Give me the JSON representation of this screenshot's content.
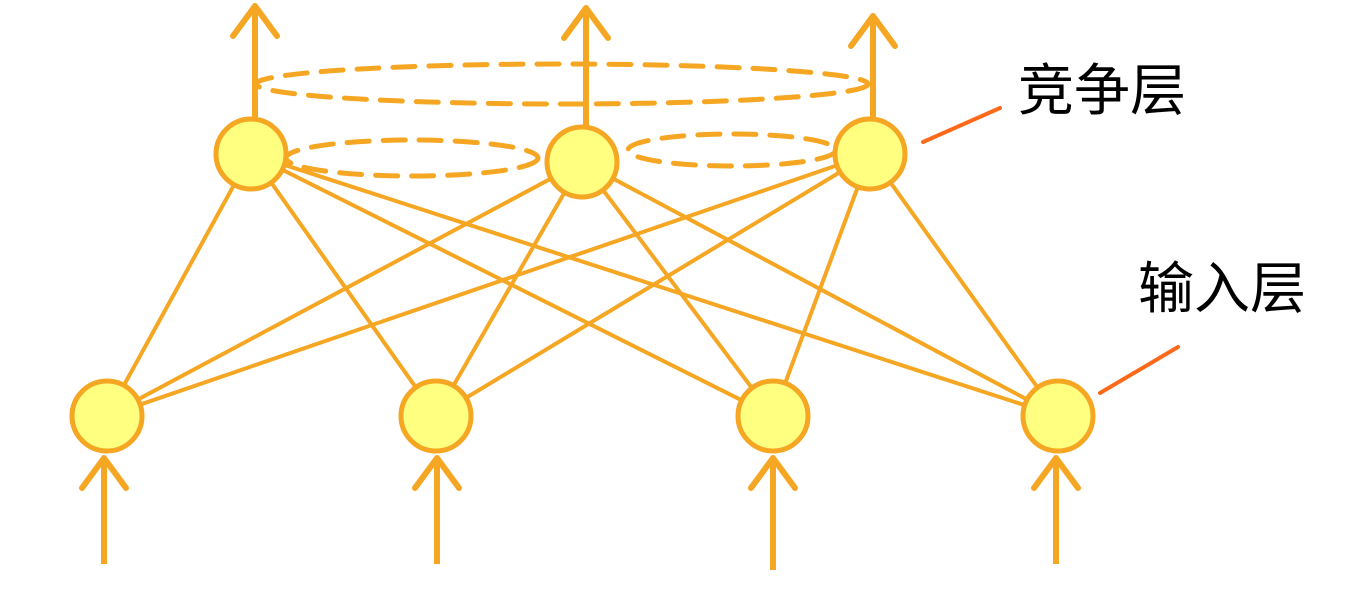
{
  "labels": {
    "competition_layer": "竞争层",
    "input_layer": "输入层"
  },
  "colors": {
    "node_fill": "#ffff80",
    "line": "#f5a623",
    "leader": "#ff6a1a",
    "text": "#000000"
  },
  "network": {
    "input_node_count": 4,
    "competition_node_count": 3,
    "connectivity": "fully-connected",
    "lateral_connections": "dashed"
  }
}
